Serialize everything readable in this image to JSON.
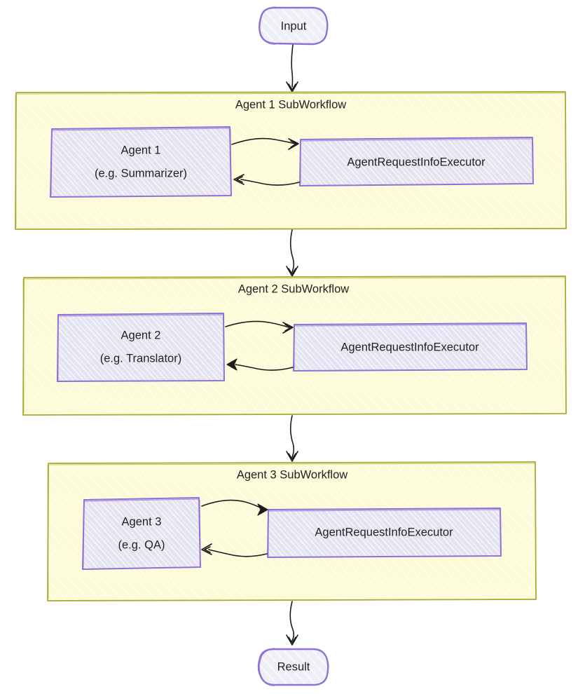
{
  "diagram": {
    "type": "flowchart",
    "direction": "top-down",
    "title_visible": false,
    "style": "hand-drawn-sketch",
    "colors": {
      "node_fill": "#e4e3f6",
      "node_stroke": "#9072d6",
      "node_hatch": "#f6f6fb",
      "cluster_fill": "#fbfbd5",
      "cluster_stroke": "#aaaa33",
      "cluster_hatch": "#fdfdea",
      "terminal_fill": "#eeeef7",
      "terminal_stroke": "#9072d6",
      "edge_stroke": "#1c1c1c",
      "text": "#1f2020",
      "page_background": "#ffffff"
    }
  },
  "terminals": {
    "start": {
      "id": "input",
      "label": "Input",
      "shape": "stadium"
    },
    "end": {
      "id": "result",
      "label": "Result",
      "shape": "stadium"
    }
  },
  "clusters": [
    {
      "id": "agent1-subworkflow",
      "label": "Agent 1 SubWorkflow",
      "nodes": [
        {
          "id": "agent1",
          "shape": "rect",
          "lines": [
            "Agent 1",
            "(e.g. Summarizer)"
          ]
        },
        {
          "id": "agent1-executor",
          "shape": "rect",
          "lines": [
            "AgentRequestInfoExecutor"
          ]
        }
      ],
      "internal_edges": [
        {
          "from": "agent1",
          "to": "agent1-executor",
          "arrow": "open"
        },
        {
          "from": "agent1-executor",
          "to": "agent1",
          "arrow": "open"
        }
      ]
    },
    {
      "id": "agent2-subworkflow",
      "label": "Agent 2 SubWorkflow",
      "nodes": [
        {
          "id": "agent2",
          "shape": "rect",
          "lines": [
            "Agent 2",
            "(e.g. Translator)"
          ]
        },
        {
          "id": "agent2-executor",
          "shape": "rect",
          "lines": [
            "AgentRequestInfoExecutor"
          ]
        }
      ],
      "internal_edges": [
        {
          "from": "agent2",
          "to": "agent2-executor",
          "arrow": "open"
        },
        {
          "from": "agent2-executor",
          "to": "agent2",
          "arrow": "solid"
        }
      ]
    },
    {
      "id": "agent3-subworkflow",
      "label": "Agent 3 SubWorkflow",
      "nodes": [
        {
          "id": "agent3",
          "shape": "rect",
          "lines": [
            "Agent 3",
            "(e.g. QA)"
          ]
        },
        {
          "id": "agent3-executor",
          "shape": "rect",
          "lines": [
            "AgentRequestInfoExecutor"
          ]
        }
      ],
      "internal_edges": [
        {
          "from": "agent3",
          "to": "agent3-executor",
          "arrow": "solid"
        },
        {
          "from": "agent3-executor",
          "to": "agent3",
          "arrow": "open"
        }
      ]
    }
  ],
  "flow_edges": [
    {
      "from": "input",
      "to": "agent1-subworkflow",
      "arrow": "open"
    },
    {
      "from": "agent1-subworkflow",
      "to": "agent2-subworkflow",
      "arrow": "open"
    },
    {
      "from": "agent2-subworkflow",
      "to": "agent3-subworkflow",
      "arrow": "open"
    },
    {
      "from": "agent3-subworkflow",
      "to": "result",
      "arrow": "open"
    }
  ]
}
